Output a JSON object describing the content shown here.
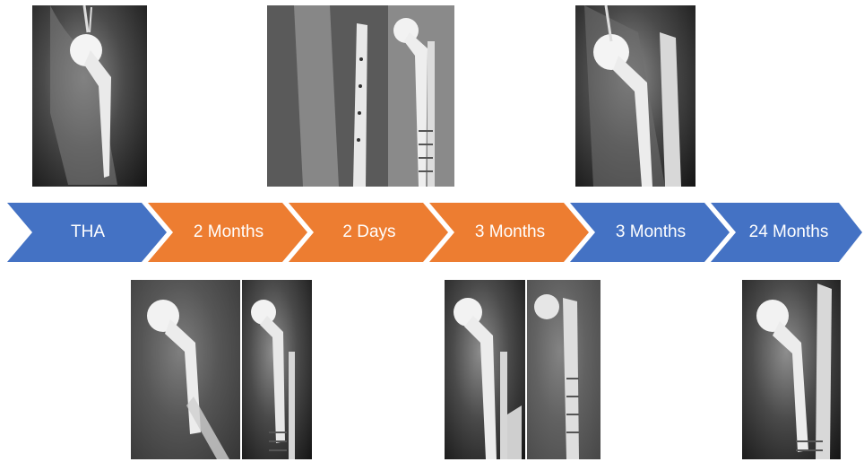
{
  "timeline": {
    "stages": [
      {
        "label": "THA",
        "color": "#4472C4"
      },
      {
        "label": "2 Months",
        "color": "#ED7D31"
      },
      {
        "label": "2 Days",
        "color": "#ED7D31"
      },
      {
        "label": "3 Months",
        "color": "#ED7D31"
      },
      {
        "label": "3 Months",
        "color": "#4472C4"
      },
      {
        "label": "24 Months",
        "color": "#4472C4"
      }
    ]
  },
  "images": {
    "top": [
      "xray-tha-postop",
      "xray-2-days-plate-fixation",
      "xray-24-months-hip-revision"
    ],
    "bottom": [
      "xray-2-months-periprosthetic-fracture",
      "xray-3-months-revision",
      "xray-24-months-final"
    ]
  },
  "colors": {
    "blue": "#4472C4",
    "orange": "#ED7D31",
    "background": "#FFFFFF"
  }
}
